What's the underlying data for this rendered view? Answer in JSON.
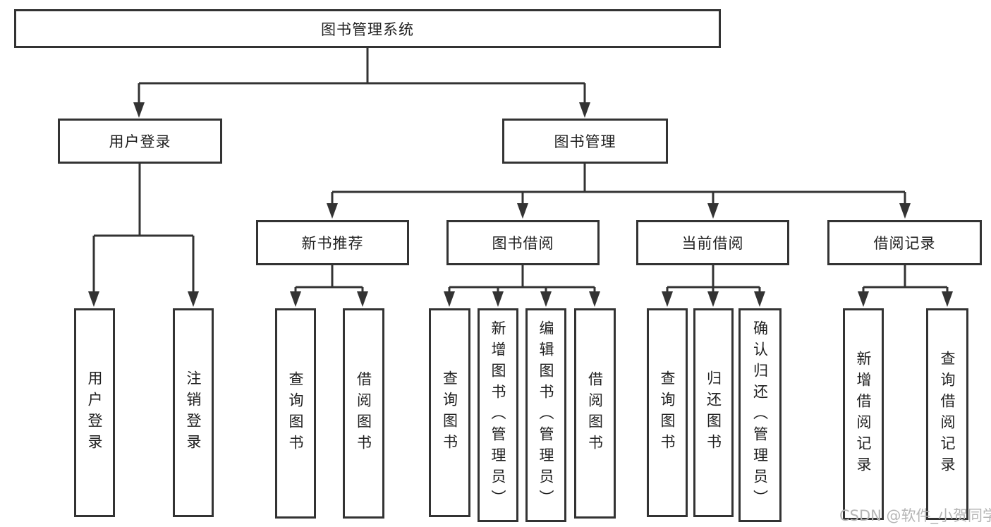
{
  "tree": {
    "root": {
      "label": "图书管理系统"
    },
    "children": [
      {
        "label": "用户登录",
        "children": [
          {
            "label": "用户登录"
          },
          {
            "label": "注销登录"
          }
        ]
      },
      {
        "label": "图书管理",
        "children": [
          {
            "label": "新书推荐",
            "children": [
              {
                "label": "查询图书"
              },
              {
                "label": "借阅图书"
              }
            ]
          },
          {
            "label": "图书借阅",
            "children": [
              {
                "label": "查询图书"
              },
              {
                "label": "新增图书（管理员）"
              },
              {
                "label": "编辑图书（管理员）"
              },
              {
                "label": "借阅图书"
              }
            ]
          },
          {
            "label": "当前借阅",
            "children": [
              {
                "label": "查询图书"
              },
              {
                "label": "归还图书"
              },
              {
                "label": "确认归还（管理员）"
              }
            ]
          },
          {
            "label": "借阅记录",
            "children": [
              {
                "label": "新增借阅记录"
              },
              {
                "label": "查询借阅记录"
              }
            ]
          }
        ]
      }
    ]
  },
  "watermark": {
    "text": "CSDN @软件_小贺同学"
  },
  "colors": {
    "line": "#333333",
    "box_border": "#333333",
    "box_background": "#ffffff",
    "text": "#1f1f1f",
    "watermark": "#b5b5b5",
    "page_background": "#ffffff"
  }
}
